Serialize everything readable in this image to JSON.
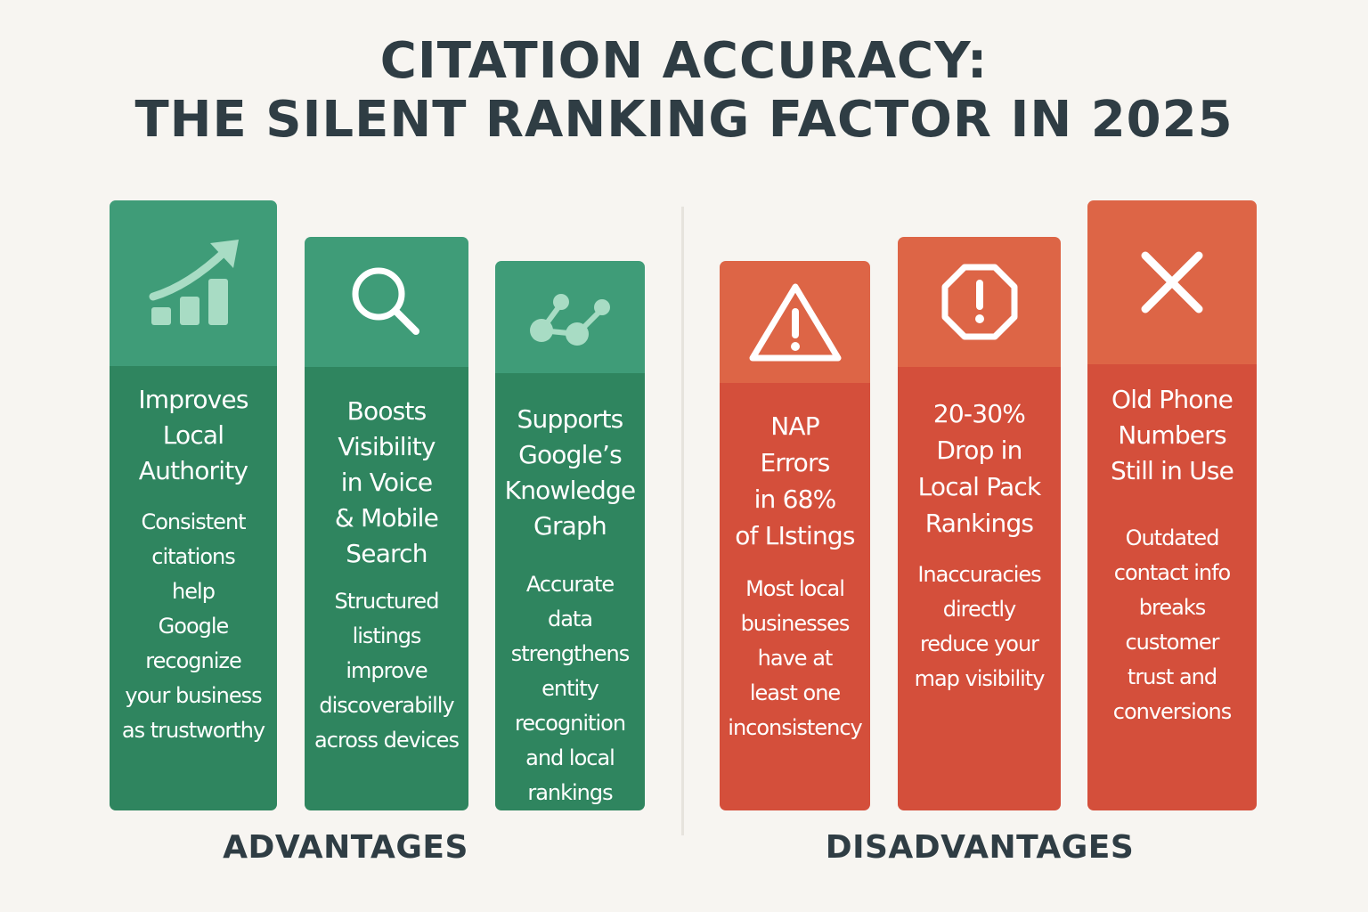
{
  "title": {
    "line1": "CITATION ACCURACY:",
    "line2": "THE SILENT RANKING FACTOR IN 2025"
  },
  "advantages": {
    "label": "ADVANTAGES",
    "cards": [
      {
        "icon": "growth-chart-icon",
        "heading": [
          "Improves",
          "Local",
          "Authority"
        ],
        "description": [
          "Consistent",
          "citations",
          "help",
          "Google",
          "recognize",
          "your business",
          "as trustworthy"
        ]
      },
      {
        "icon": "search-icon",
        "heading": [
          "Boosts",
          "Visibility",
          "in Voice",
          "& Mobile",
          "Search"
        ],
        "description": [
          "Structured",
          "listings",
          "improve",
          "discoverabilly",
          "across devices"
        ]
      },
      {
        "icon": "knowledge-graph-icon",
        "heading": [
          "Supports",
          "Google’s",
          "Knowledge",
          "Graph"
        ],
        "description": [
          "Accurate",
          "data",
          "strengthens",
          "entity",
          "recognition",
          "and local",
          "rankings"
        ]
      }
    ]
  },
  "disadvantages": {
    "label": "DISADVANTAGES",
    "cards": [
      {
        "icon": "warning-triangle-icon",
        "heading": [
          "NAP",
          "Errors",
          "in 68%",
          "of LIstings"
        ],
        "description": [
          "Most local",
          "businesses",
          "have at",
          "least one",
          "inconsistency"
        ]
      },
      {
        "icon": "alert-octagon-icon",
        "heading": [
          "20-30%",
          "Drop in",
          "Local Pack",
          "Rankings"
        ],
        "description": [
          "Inaccuracies",
          "directly",
          "reduce your",
          "map visibility"
        ]
      },
      {
        "icon": "close-icon",
        "heading": [
          "Old Phone",
          "Numbers",
          "Still in Use"
        ],
        "description": [
          "Outdated",
          "contact info",
          "breaks",
          "customer",
          "trust and",
          "conversions"
        ]
      }
    ]
  },
  "colors": {
    "background": "#f7f5f1",
    "title_text": "#2f3d44",
    "green_top": "#3f9c78",
    "green_body": "#2f855f",
    "red_top": "#dd6546",
    "red_body": "#d44f3b",
    "icon_green": "#a8dcc4",
    "icon_red": "#ffffff"
  }
}
